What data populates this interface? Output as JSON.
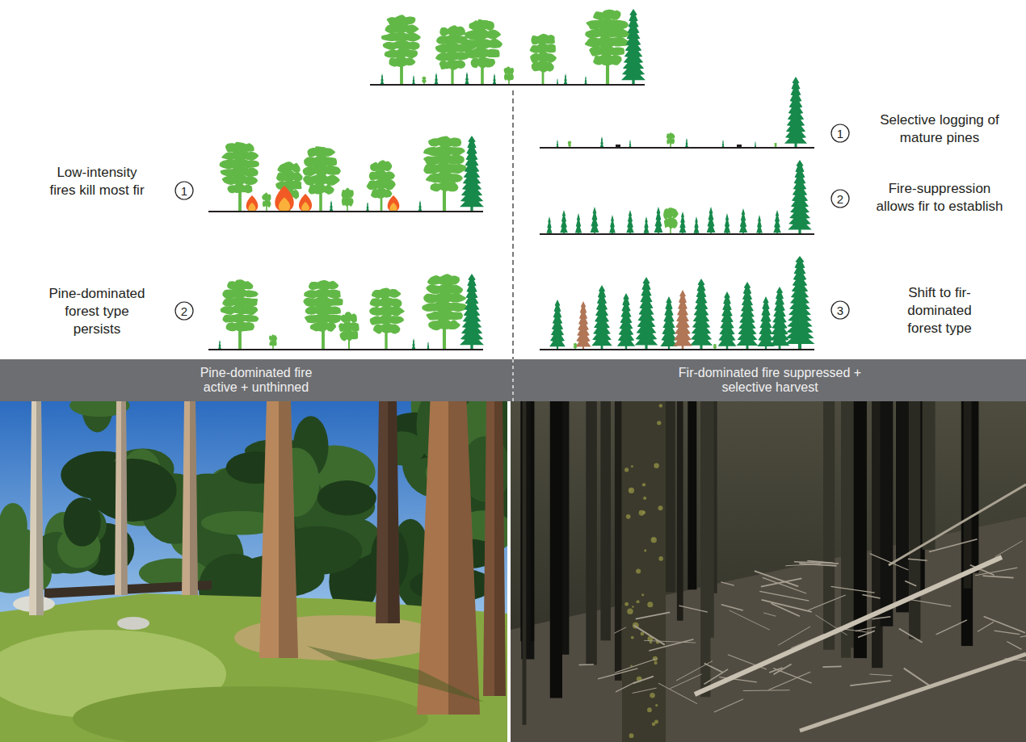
{
  "diagram": {
    "nodes": [
      {
        "text": [
          "1"
        ]
      },
      {
        "text": [
          "2"
        ]
      },
      {
        "text": [
          "1"
        ]
      },
      {
        "text": [
          "2"
        ]
      },
      {
        "text": [
          "3"
        ]
      },
      {
        "text": [
          "Pine-dominated fire active + unthinned"
        ]
      },
      {
        "text": [
          "Fir-dominated fire suppressed + selective harvest"
        ]
      }
    ],
    "labels": [
      "Low-intensity fires kill most fir",
      "Pine-dominated forest type persists",
      "Selective logging of mature pines",
      "Fire-suppression allows fir to establish",
      "Shift to fir-dominated forest type"
    ]
  }
}
